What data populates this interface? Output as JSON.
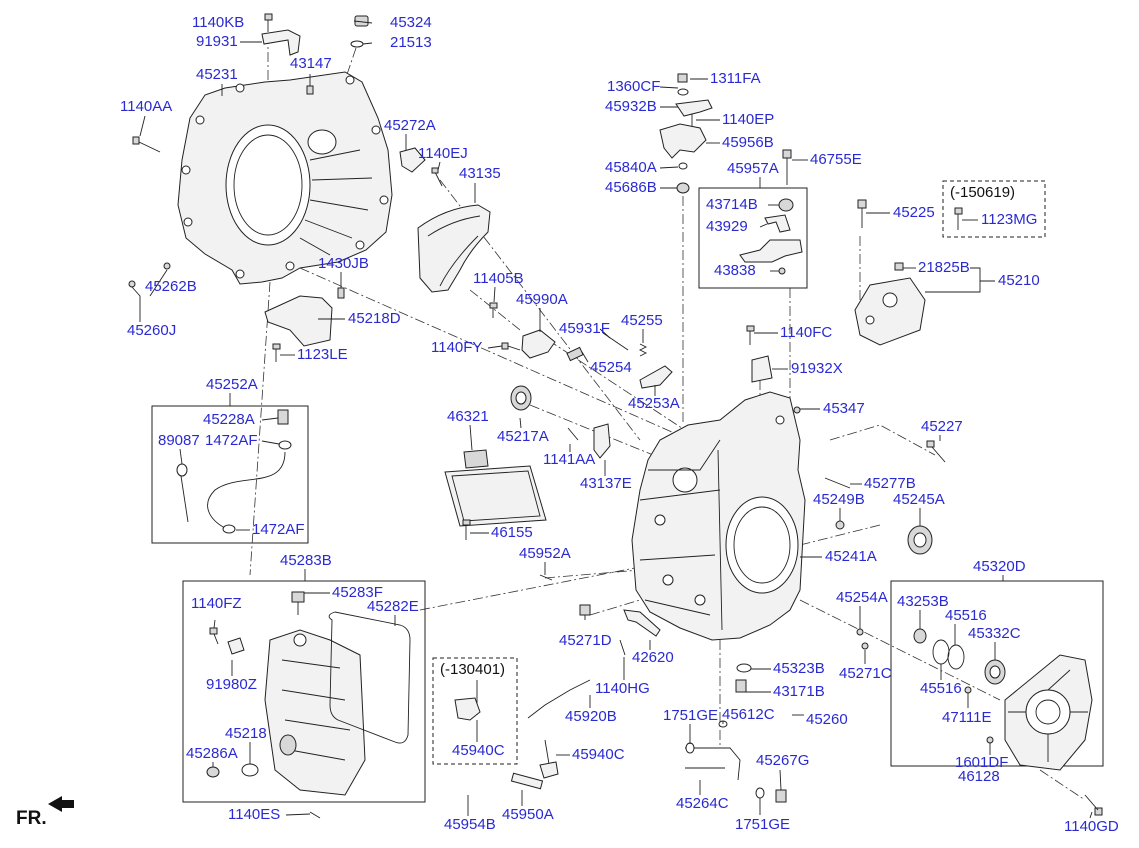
{
  "diagram": {
    "orientation_label": "FR.",
    "variant_notes": {
      "upper": "(-150619)",
      "lower": "(-130401)"
    },
    "callouts": [
      "1140KB",
      "91931",
      "45324",
      "21513",
      "45231",
      "43147",
      "1140AA",
      "45272A",
      "1140EJ",
      "43135",
      "1430JB",
      "45262B",
      "45260J",
      "45218D",
      "1123LE",
      "11405B",
      "1360CF",
      "1311FA",
      "45932B",
      "1140EP",
      "45956B",
      "45840A",
      "46755E",
      "45957A",
      "45686B",
      "43714B",
      "43929",
      "43838",
      "45225",
      "1123MG",
      "21825B",
      "45210",
      "45990A",
      "45931F",
      "45255",
      "1140FY",
      "45254",
      "1140FC",
      "91932X",
      "45253A",
      "45252A",
      "45228A",
      "89087",
      "1472AF",
      "46321",
      "45217A",
      "45347",
      "45227",
      "1141AA",
      "43137E",
      "45277B",
      "45249B",
      "45245A",
      "1472AF",
      "46155",
      "45952A",
      "45241A",
      "45283B",
      "45320D",
      "45283F",
      "45282E",
      "1140FZ",
      "45254A",
      "43253B",
      "45516",
      "45271D",
      "45332C",
      "42620",
      "45323B",
      "45271C",
      "91980Z",
      "1140HG",
      "43171B",
      "45516",
      "45920B",
      "1751GE",
      "45612C",
      "45260",
      "47111E",
      "45218",
      "45286A",
      "45940C",
      "45940C",
      "45267G",
      "1601DF",
      "46128",
      "1140ES",
      "45954B",
      "45950A",
      "45264C",
      "1751GE",
      "1140GD"
    ]
  },
  "colors": {
    "label": "#2a2ad2",
    "line": "#222222",
    "note": "#111111"
  }
}
